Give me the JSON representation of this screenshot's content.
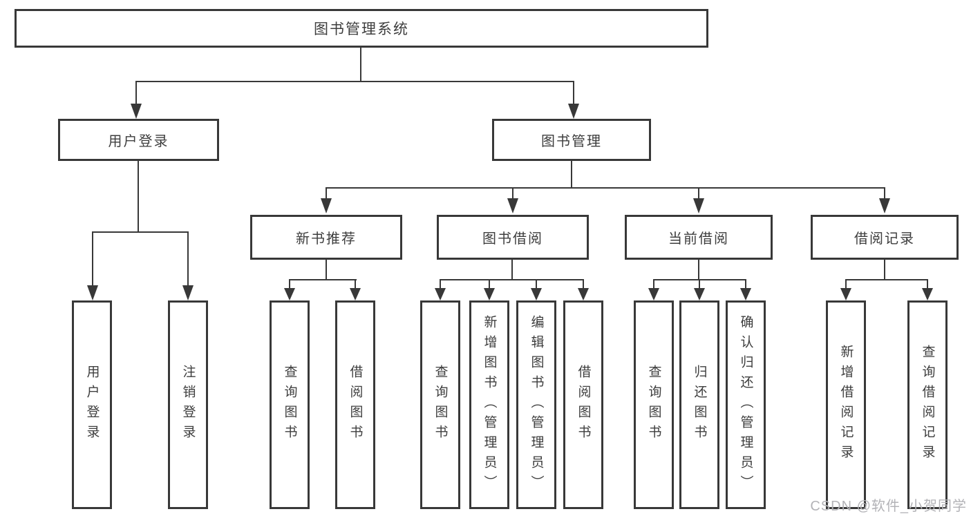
{
  "colors": {
    "line": "#383838",
    "text": "#3d3d3d",
    "watermark": "#b3b3b7",
    "background": "#ffffff"
  },
  "watermark": "CSDN @软件_小贺同学",
  "tree": {
    "root": {
      "label": "图书管理系统"
    },
    "branches": [
      {
        "label": "用户登录",
        "children": [
          {
            "label": "用户登录"
          },
          {
            "label": "注销登录"
          }
        ]
      },
      {
        "label": "图书管理",
        "sections": [
          {
            "label": "新书推荐",
            "children": [
              {
                "label": "查询图书"
              },
              {
                "label": "借阅图书"
              }
            ]
          },
          {
            "label": "图书借阅",
            "children": [
              {
                "label": "查询图书"
              },
              {
                "label": "新增图书（管理员）"
              },
              {
                "label": "编辑图书（管理员）"
              },
              {
                "label": "借阅图书"
              }
            ]
          },
          {
            "label": "当前借阅",
            "children": [
              {
                "label": "查询图书"
              },
              {
                "label": "归还图书"
              },
              {
                "label": "确认归还（管理员）"
              }
            ]
          },
          {
            "label": "借阅记录",
            "children": [
              {
                "label": "新增借阅记录"
              },
              {
                "label": "查询借阅记录"
              }
            ]
          }
        ]
      }
    ]
  }
}
